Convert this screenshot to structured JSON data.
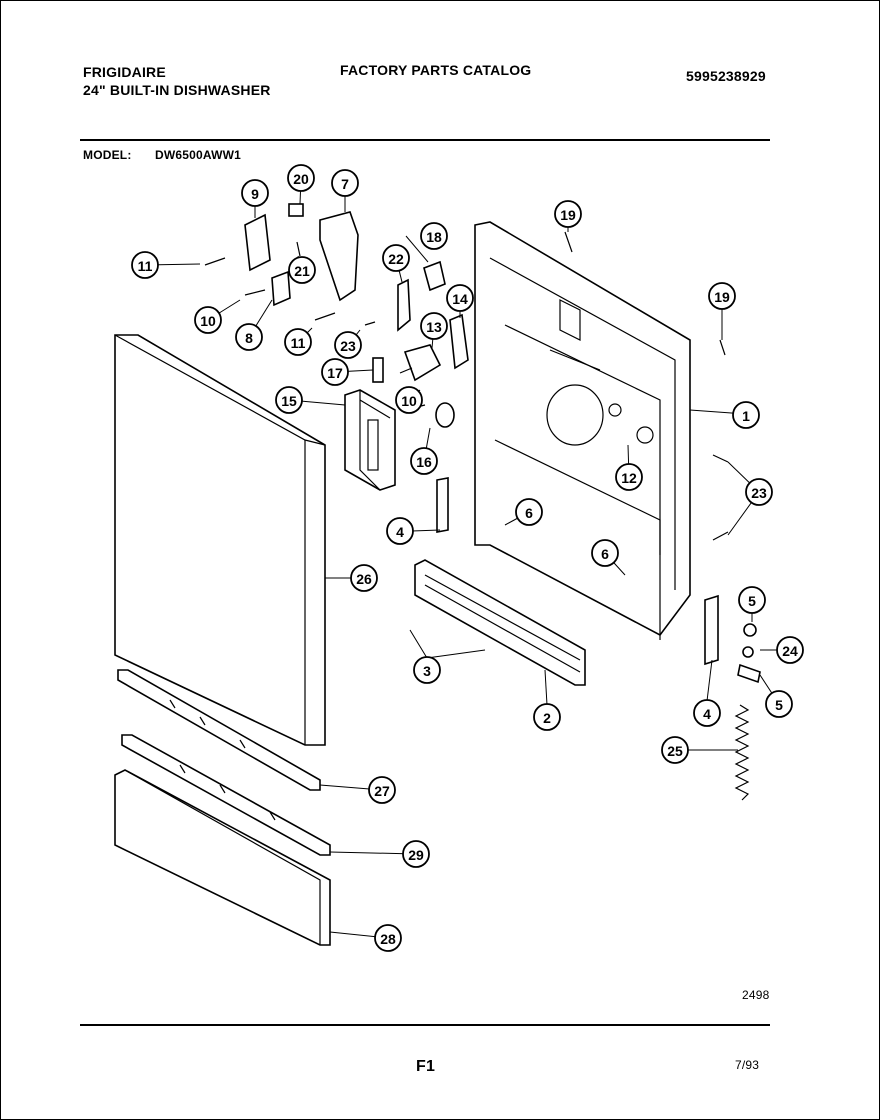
{
  "header": {
    "brand": "FRIGIDAIRE",
    "product": "24\" BUILT-IN DISHWASHER",
    "catalog_title": "FACTORY PARTS CATALOG",
    "catalog_number": "5995238929",
    "model_label": "MODEL:",
    "model_value": "DW6500AWW1"
  },
  "footer": {
    "drawing_code": "2498",
    "page_label": "F1",
    "date": "7/93"
  },
  "callouts": [
    {
      "id": "c1",
      "num": "1"
    },
    {
      "id": "c2",
      "num": "2"
    },
    {
      "id": "c3",
      "num": "3"
    },
    {
      "id": "c4a",
      "num": "4"
    },
    {
      "id": "c4b",
      "num": "4"
    },
    {
      "id": "c5a",
      "num": "5"
    },
    {
      "id": "c5b",
      "num": "5"
    },
    {
      "id": "c6a",
      "num": "6"
    },
    {
      "id": "c6b",
      "num": "6"
    },
    {
      "id": "c7",
      "num": "7"
    },
    {
      "id": "c8",
      "num": "8"
    },
    {
      "id": "c9",
      "num": "9"
    },
    {
      "id": "c10a",
      "num": "10"
    },
    {
      "id": "c10b",
      "num": "10"
    },
    {
      "id": "c11a",
      "num": "11"
    },
    {
      "id": "c11b",
      "num": "11"
    },
    {
      "id": "c12",
      "num": "12"
    },
    {
      "id": "c13",
      "num": "13"
    },
    {
      "id": "c14",
      "num": "14"
    },
    {
      "id": "c15",
      "num": "15"
    },
    {
      "id": "c16",
      "num": "16"
    },
    {
      "id": "c17",
      "num": "17"
    },
    {
      "id": "c18",
      "num": "18"
    },
    {
      "id": "c19a",
      "num": "19"
    },
    {
      "id": "c19b",
      "num": "19"
    },
    {
      "id": "c20",
      "num": "20"
    },
    {
      "id": "c21",
      "num": "21"
    },
    {
      "id": "c22",
      "num": "22"
    },
    {
      "id": "c23a",
      "num": "23"
    },
    {
      "id": "c23b",
      "num": "23"
    },
    {
      "id": "c24",
      "num": "24"
    },
    {
      "id": "c25",
      "num": "25"
    },
    {
      "id": "c26",
      "num": "26"
    },
    {
      "id": "c27",
      "num": "27"
    },
    {
      "id": "c28",
      "num": "28"
    },
    {
      "id": "c29",
      "num": "29"
    }
  ]
}
